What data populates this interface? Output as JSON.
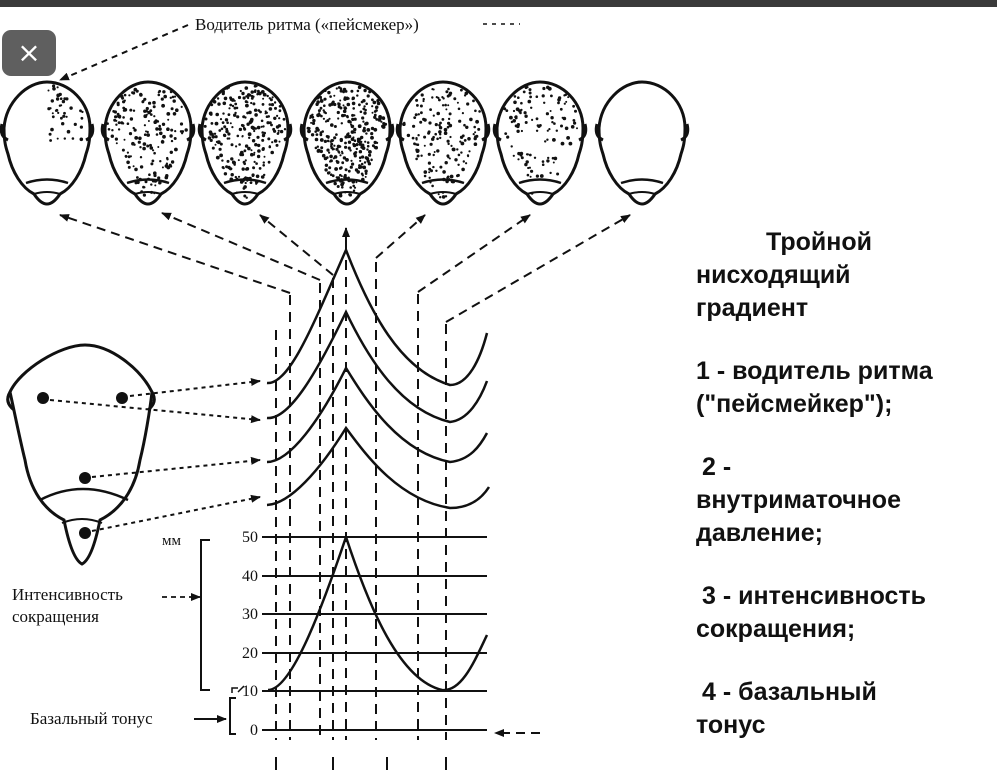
{
  "close_button": {
    "label": "×"
  },
  "diagram": {
    "pacemaker_label": "Водитель ритма («пейсмекер»)",
    "mm_label": "мм",
    "scale_ticks": [
      "50",
      "40",
      "30",
      "20",
      "10",
      "0"
    ],
    "intensity_label_1": "Интенсивность",
    "intensity_label_2": "сокращения",
    "basal_label": "Базальный тонус"
  },
  "legend": {
    "title_1": "Тройной",
    "title_2": "нисходящий",
    "title_3": "градиент",
    "item1_1": "1 - водитель ритма",
    "item1_2": "(\"пейсмейкер\");",
    "item2_1": "2 -",
    "item2_2": "внутриматочное",
    "item2_3": "давление;",
    "item3_1": "3 - интенсивность",
    "item3_2": "сокращения;",
    "item4_1": "4 - базальный",
    "item4_2": "тонус"
  }
}
